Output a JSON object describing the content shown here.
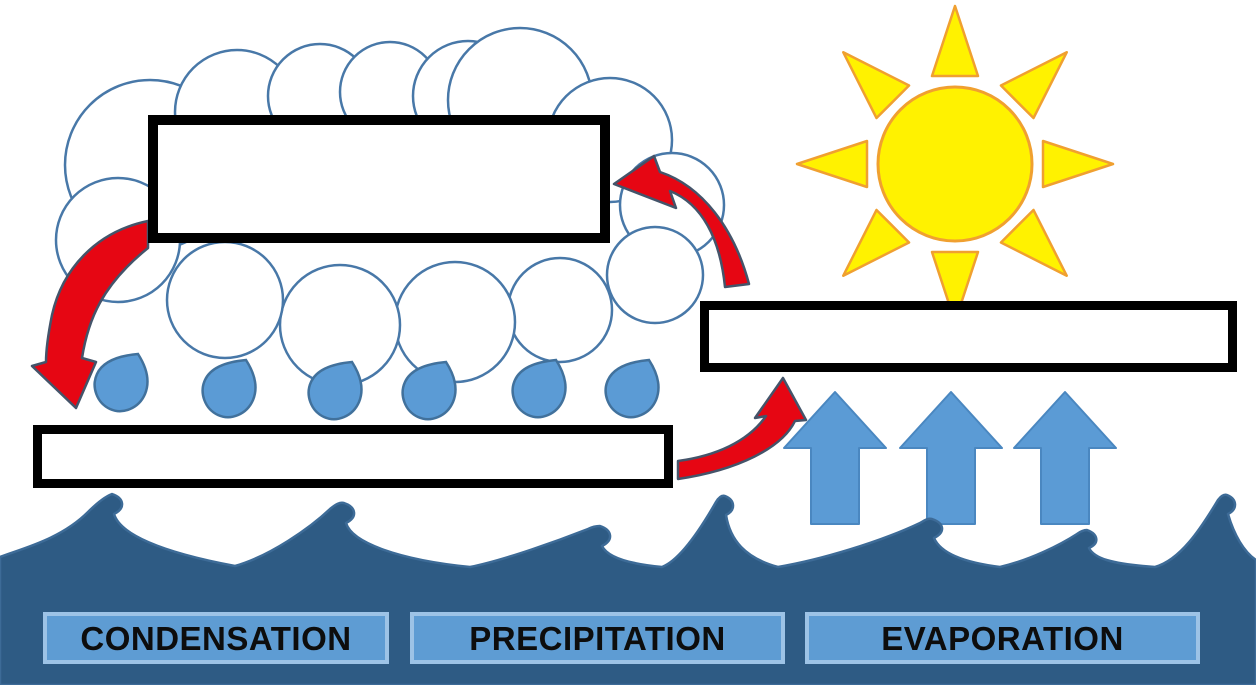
{
  "colors": {
    "cloud_outline": "#4878A8",
    "sun_fill": "#FFF200",
    "sun_stroke": "#F0A030",
    "drop_fill": "#5B9BD5",
    "drop_stroke": "#41719C",
    "up_arrow_edge": "#4A87C0",
    "wave_fill": "#2E5B84",
    "wave_edge": "#3D6B97",
    "red_arrow_fill": "#E60613",
    "red_arrow_edge": "#44546A",
    "box_border": "#000000",
    "tile_fill": "#5E9CD3",
    "tile_border": "#9DC3E6",
    "tile_text": "#0D0D0D"
  },
  "answer_boxes": [
    {
      "id": "cloud-label-box",
      "value": ""
    },
    {
      "id": "sun-label-box",
      "value": ""
    },
    {
      "id": "rain-label-box",
      "value": ""
    }
  ],
  "word_bank": {
    "items": [
      {
        "label": "CONDENSATION"
      },
      {
        "label": "PRECIPITATION"
      },
      {
        "label": "EVAPORATION"
      }
    ]
  },
  "icons": {
    "cloud": "cloud-icon",
    "sun": "sun-icon",
    "raindrop": "raindrop-icon",
    "up_arrow": "up-arrow-icon",
    "waves": "ocean-waves-icon",
    "curved_arrow": "curved-red-arrow-icon"
  }
}
